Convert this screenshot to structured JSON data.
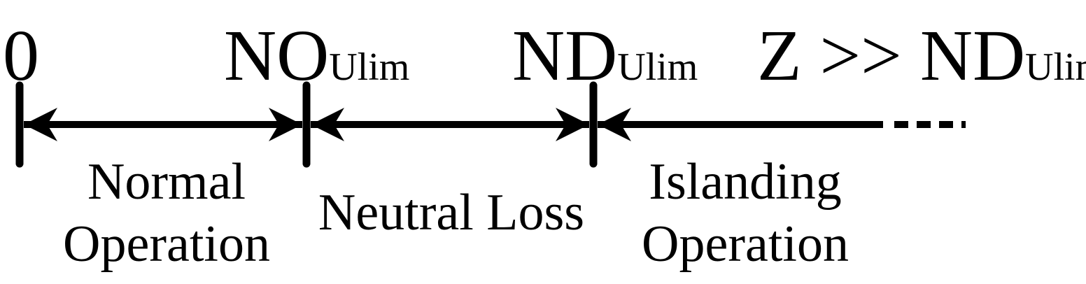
{
  "markers": {
    "zero": "0",
    "no_main": "NO",
    "no_sub": "Ulim",
    "nd_main": "ND",
    "nd_sub": "Ulim",
    "z_main": "Z >> ND",
    "z_sub": "Ulim"
  },
  "regions": {
    "normal_line1": "Normal",
    "normal_line2": "Operation",
    "neutral": "Neutral Loss",
    "islanding_line1": "Islanding",
    "islanding_line2": "Operation"
  },
  "colors": {
    "ink": "#000000",
    "background": "#ffffff"
  }
}
